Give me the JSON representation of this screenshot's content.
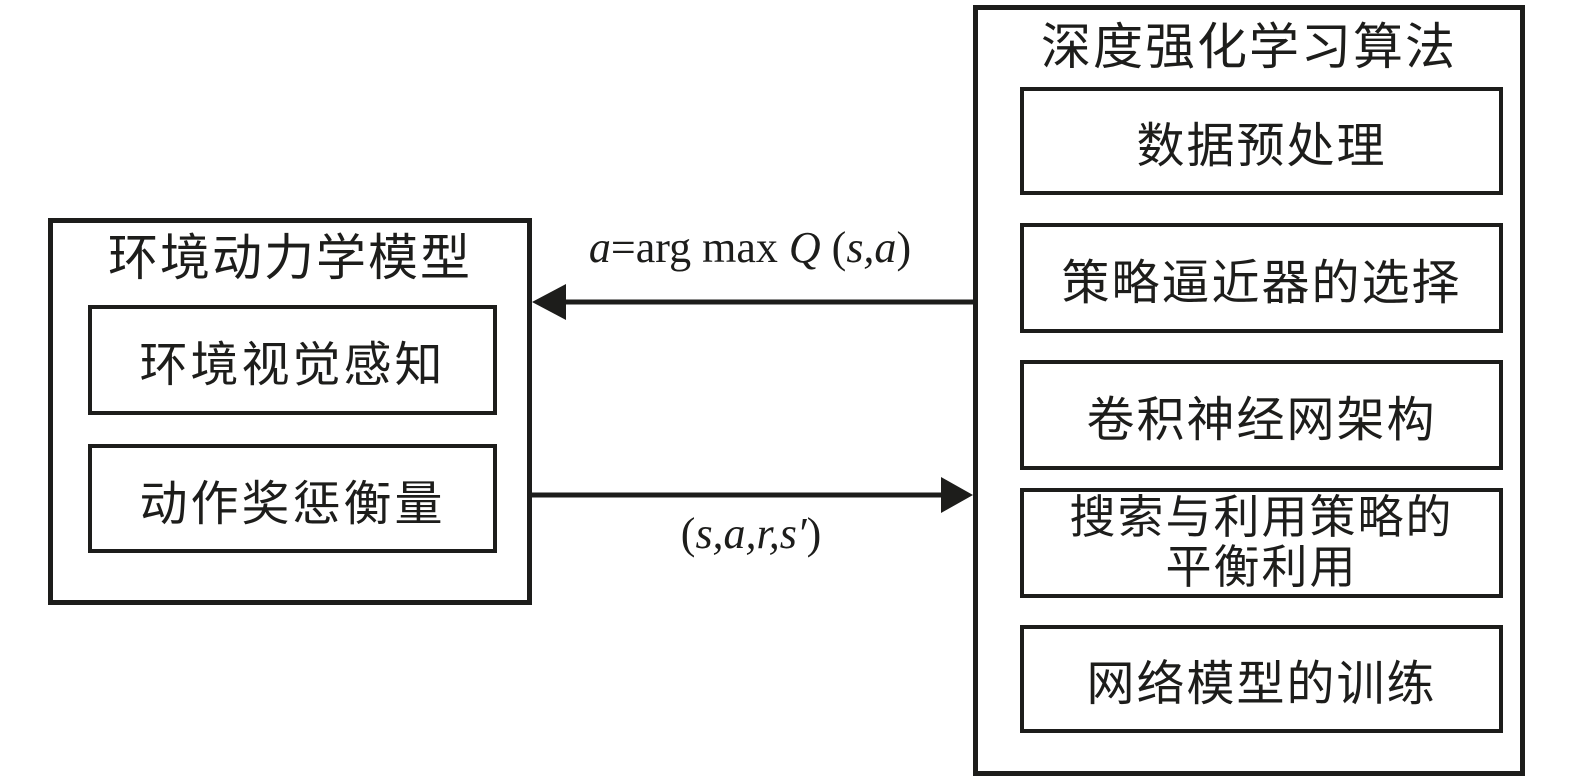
{
  "figure": {
    "left_box": {
      "title": "环境动力学模型",
      "items": [
        "环境视觉感知",
        "动作奖惩衡量"
      ]
    },
    "right_box": {
      "title": "深度强化学习算法",
      "items": [
        "数据预处理",
        "策略逼近器的选择",
        "卷积神经网架构",
        "搜索与利用策略的\n平衡利用",
        "网络模型的训练"
      ]
    },
    "arrow_top": {
      "direction": "right-to-left",
      "label_parts": [
        "a",
        "=arg max ",
        "Q",
        " (",
        "s,a",
        ")"
      ]
    },
    "arrow_bottom": {
      "direction": "left-to-right",
      "label_parts": [
        "(",
        "s,a,r,s′",
        ")"
      ]
    }
  },
  "colors": {
    "line": "#1d1d1b",
    "text": "#1d1d1b",
    "background": "#ffffff"
  }
}
